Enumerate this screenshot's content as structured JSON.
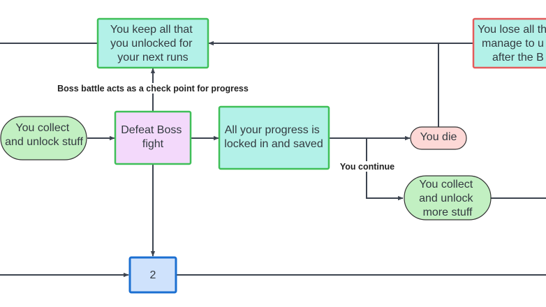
{
  "nodes": {
    "keep": {
      "lines": [
        "You keep all that",
        "you unlocked for",
        "your next runs"
      ],
      "fill": "#b3f1e8",
      "stroke": "#3fbf58"
    },
    "lose": {
      "lines": [
        "You lose all th",
        "manage to u",
        "after the B"
      ],
      "fill": "#b3f1e8",
      "stroke": "#e45b5b"
    },
    "collect": {
      "lines": [
        "You collect",
        "and unlock stuff"
      ],
      "fill": "#c2f0c2",
      "stroke": "#333333"
    },
    "boss": {
      "lines": [
        "Defeat Boss",
        "fight"
      ],
      "fill": "#f3d9fb",
      "stroke": "#3fbf58"
    },
    "saved": {
      "lines": [
        "All your progress is",
        "locked in and saved"
      ],
      "fill": "#b3f1e8",
      "stroke": "#3fbf58"
    },
    "die": {
      "lines": [
        "You die"
      ],
      "fill": "#fdd8d6",
      "stroke": "#333333"
    },
    "collect_more": {
      "lines": [
        "You collect",
        "and unlock",
        "more stuff"
      ],
      "fill": "#c2f0c2",
      "stroke": "#333333"
    },
    "two": {
      "lines": [
        "2"
      ],
      "fill": "#cfe2fc",
      "stroke": "#1b6fd1"
    }
  },
  "labels": {
    "checkpoint": "Boss battle acts as a check point for progress",
    "continue": "You continue"
  },
  "colors": {
    "edge": "#3d4450",
    "text": "#333a40"
  }
}
